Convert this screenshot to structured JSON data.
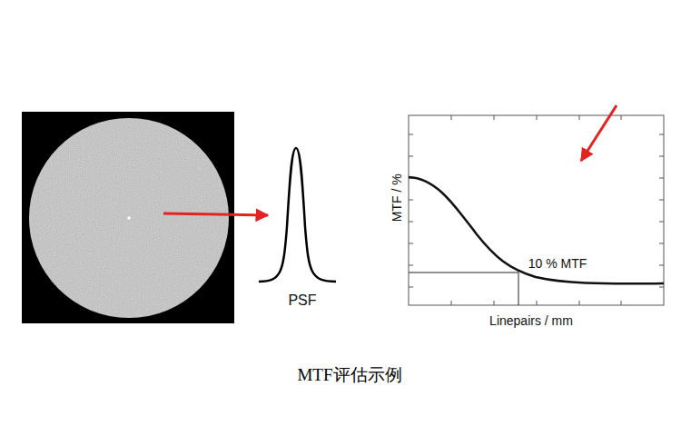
{
  "diagram": {
    "caption": "MTF评估示例",
    "labels": [
      "PSF",
      "MTF / %",
      "10 % MTF",
      "Linepairs / mm"
    ]
  }
}
